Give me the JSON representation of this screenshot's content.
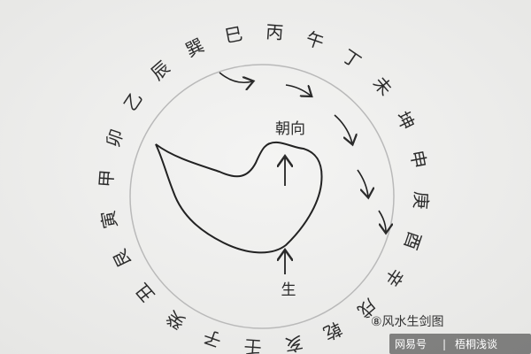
{
  "diagram": {
    "ring_characters": [
      "庚",
      "酉",
      "辛",
      "戌",
      "乾",
      "亥",
      "壬",
      "子",
      "癸",
      "丑",
      "艮",
      "寅",
      "甲",
      "卯",
      "乙",
      "辰",
      "巽",
      "巳",
      "丙",
      "午",
      "丁",
      "未",
      "坤",
      "申"
    ],
    "center_label": "朝向",
    "bottom_label": "生",
    "caption": "⑧风水生剑图"
  },
  "watermark": {
    "brand": "网易号",
    "separator": "|",
    "author": "梧桐浅谈"
  }
}
